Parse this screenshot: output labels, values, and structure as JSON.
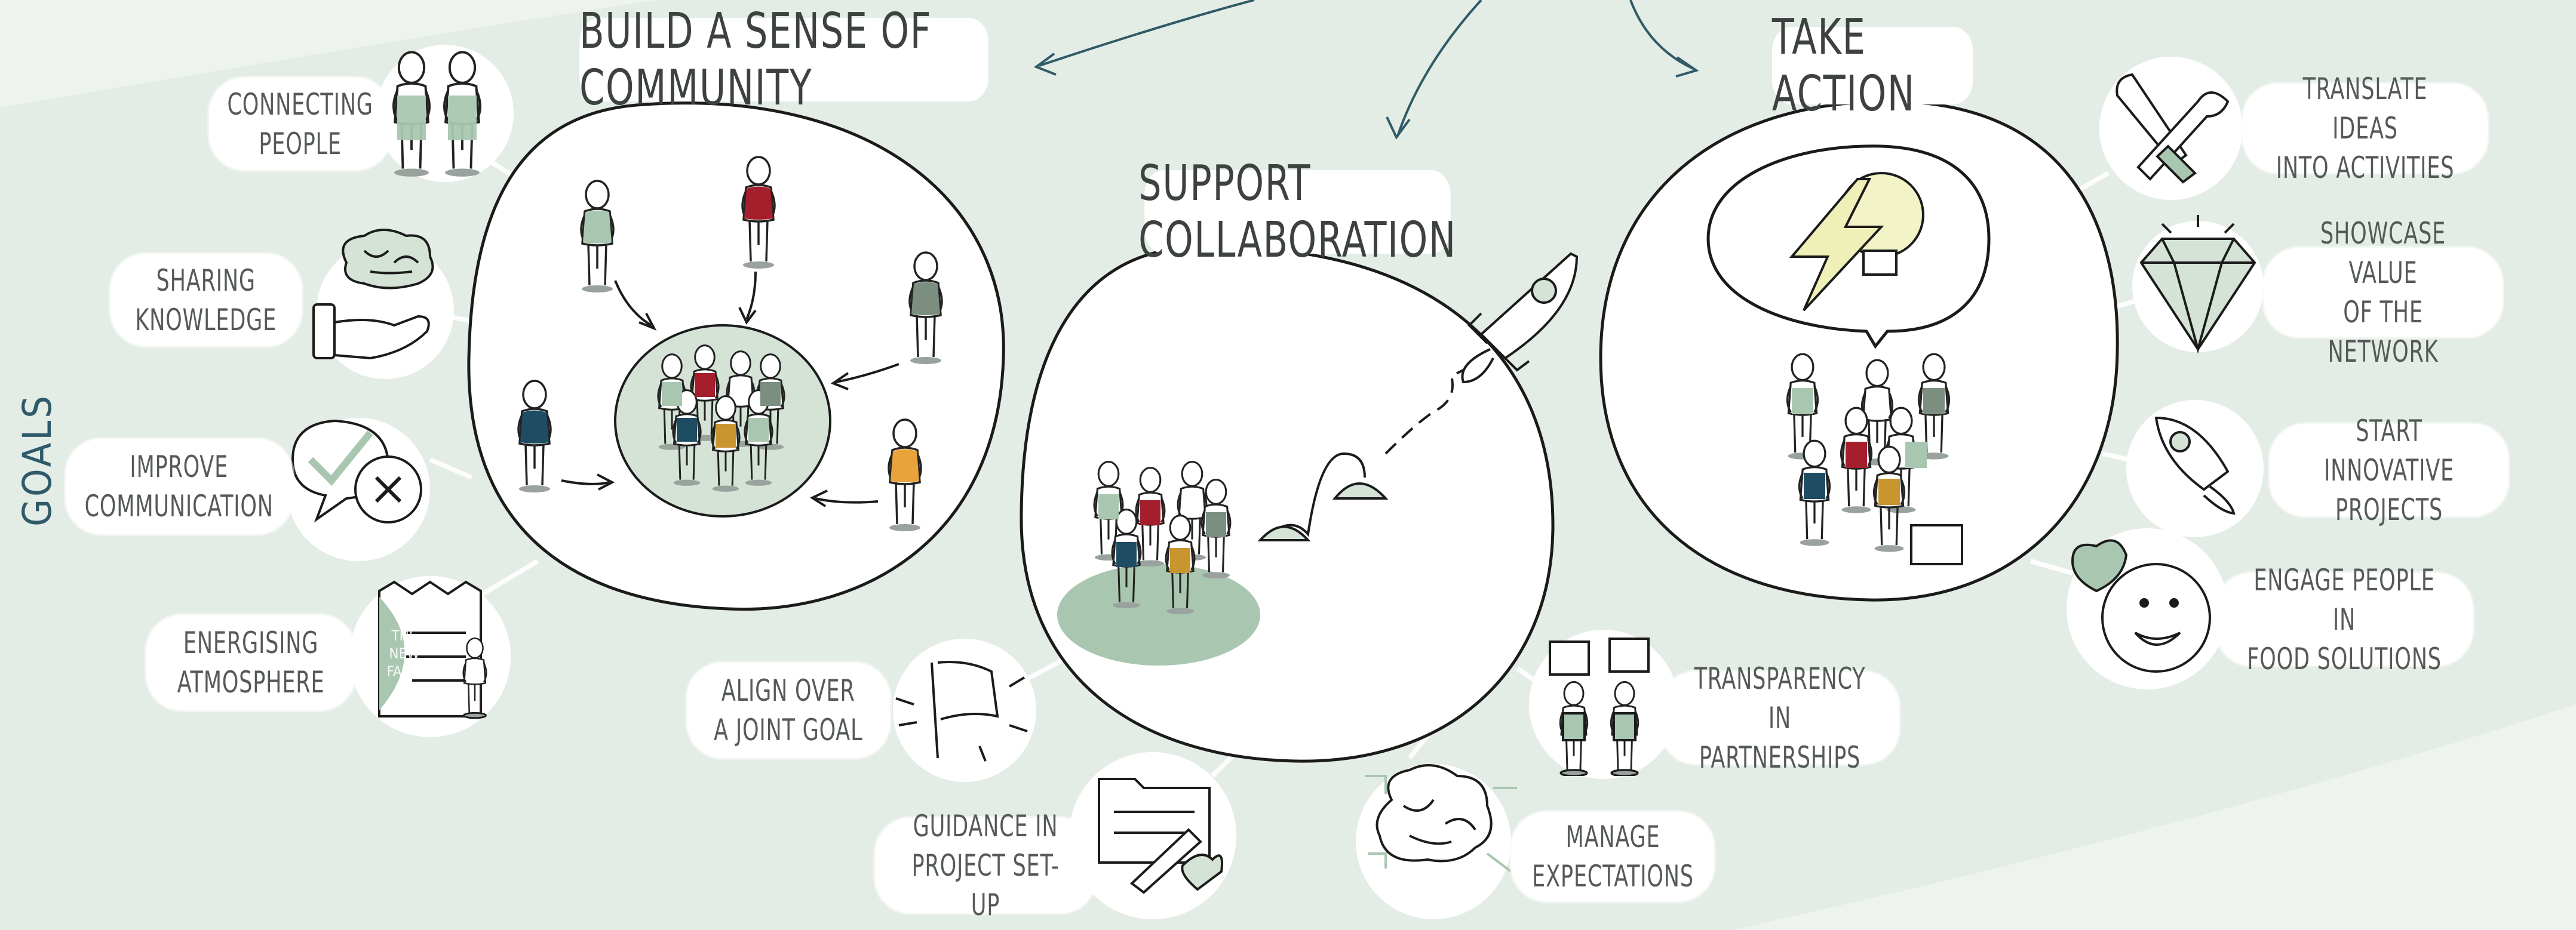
{
  "side_label": "GOALS",
  "colors": {
    "background": "#e4ece6",
    "sage": "#a9c7b0",
    "red": "#a51e2b",
    "navy": "#1e4d63",
    "mustard": "#c9952e",
    "grey_green": "#7b8e7f",
    "yellow": "#efefb8",
    "ink": "#222222",
    "teal_arrow": "#2f5a66"
  },
  "sections": {
    "community": {
      "title": "BUILD A SENSE OF COMMUNITY"
    },
    "collaboration": {
      "title": "SUPPORT COLLABORATION"
    },
    "action": {
      "title": "TAKE ACTION"
    }
  },
  "items": {
    "connecting": {
      "label": "CONNECTING\nPEOPLE",
      "icon": "two-people-icon"
    },
    "sharing": {
      "label": "SHARING\nKNOWLEDGE",
      "icon": "brain-in-hand-icon"
    },
    "communication": {
      "label": "IMPROVE\nCOMMUNICATION",
      "icon": "speech-bubbles-icon"
    },
    "energising": {
      "label": "ENERGISING\nATMOSPHERE",
      "icon": "new-farm-document-icon",
      "doc_text": "THE\nNEW\nFARM"
    },
    "align": {
      "label": "ALIGN OVER\nA JOINT GOAL",
      "icon": "flag-icon"
    },
    "guidance": {
      "label": "GUIDANCE IN\nPROJECT SET-UP",
      "icon": "folder-pencil-icon"
    },
    "manage": {
      "label": "MANAGE\nEXPECTATIONS",
      "icon": "circuit-brain-icon"
    },
    "transparency": {
      "label": "TRANSPARENCY IN\nPARTNERSHIPS",
      "icon": "people-thinking-icon"
    },
    "translate": {
      "label": "TRANSLATE IDEAS\nINTO ACTIVITIES",
      "icon": "tools-icon"
    },
    "showcase": {
      "label": "SHOWCASE VALUE\nOF THE NETWORK",
      "icon": "diamond-icon"
    },
    "innovative": {
      "label": "START INNOVATIVE\nPROJECTS",
      "icon": "rocket-icon"
    },
    "engage": {
      "label": "ENGAGE PEOPLE IN\nFOOD SOLUTIONS",
      "icon": "smiley-heart-icon"
    }
  }
}
